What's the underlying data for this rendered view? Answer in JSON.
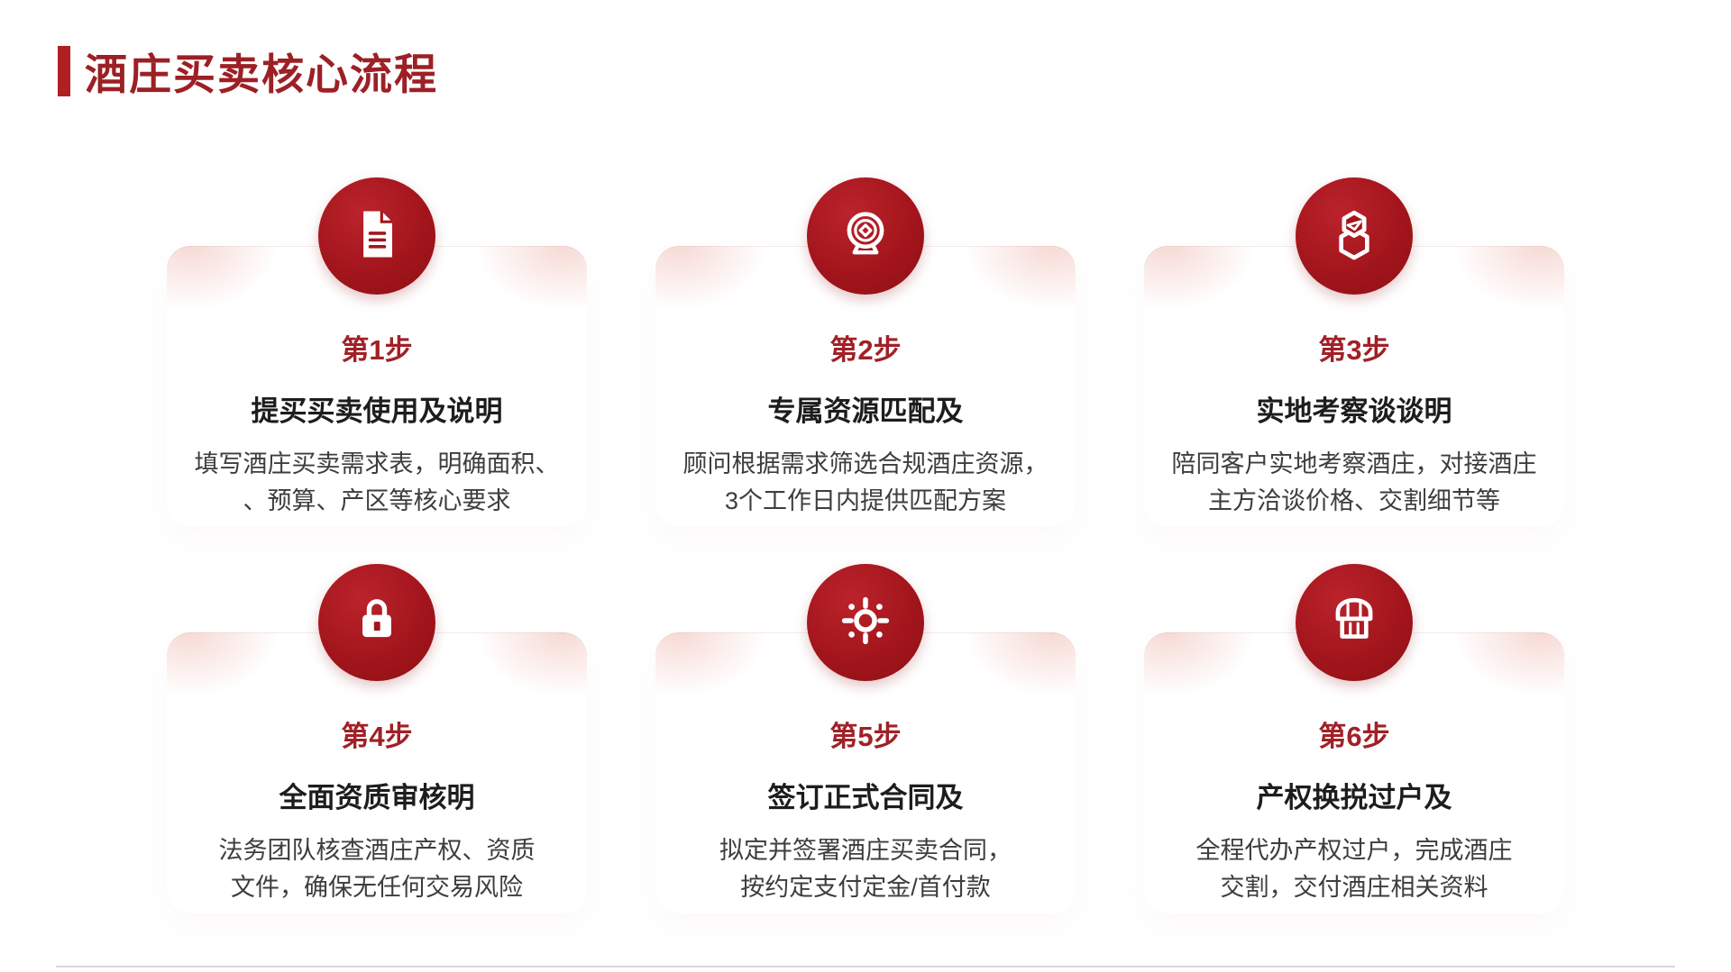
{
  "header": {
    "title": "酒庄买卖核心流程",
    "accent_color": "#b01f24",
    "title_color": "#9c2025"
  },
  "theme": {
    "circle_red": "#a3151c",
    "step_label_red": "#a02127",
    "body_text": "#3d3d3d",
    "card_tint": "#f6d7d2"
  },
  "steps": [
    {
      "icon": "document-icon",
      "label": "第1步",
      "title": "提买买卖使用及说明",
      "desc_line1": "填写酒庄买卖需求表，明确面积、",
      "desc_line2": "、预算、产区等核心要求"
    },
    {
      "icon": "coin-badge-icon",
      "label": "第2步",
      "title": "专属资源匹配及",
      "desc_line1": "顾问根据需求筛选合规酒庄资源，",
      "desc_line2": "3个工作日内提供匹配方案"
    },
    {
      "icon": "layered-shield-icon",
      "label": "第3步",
      "title": "实地考察谈谈明",
      "desc_line1": "陪同客户实地考察酒庄，对接酒庄",
      "desc_line2": "主方洽谈价格、交割细节等"
    },
    {
      "icon": "lock-icon",
      "label": "第4步",
      "title": "全面资质审核明",
      "desc_line1": "法务团队核查酒庄产权、资质",
      "desc_line2": "文件，确保无任何交易风险"
    },
    {
      "icon": "gear-icon",
      "label": "第5步",
      "title": "签订正式合同及",
      "desc_line1": "拟定并签署酒庄买卖合同，",
      "desc_line2": "按约定支付定金/首付款"
    },
    {
      "icon": "storefront-icon",
      "label": "第6步",
      "title": "产权换捝过户及",
      "desc_line1": "全程代办产权过户，完成酒庄",
      "desc_line2": "交割，交付酒庄相关资料"
    }
  ]
}
